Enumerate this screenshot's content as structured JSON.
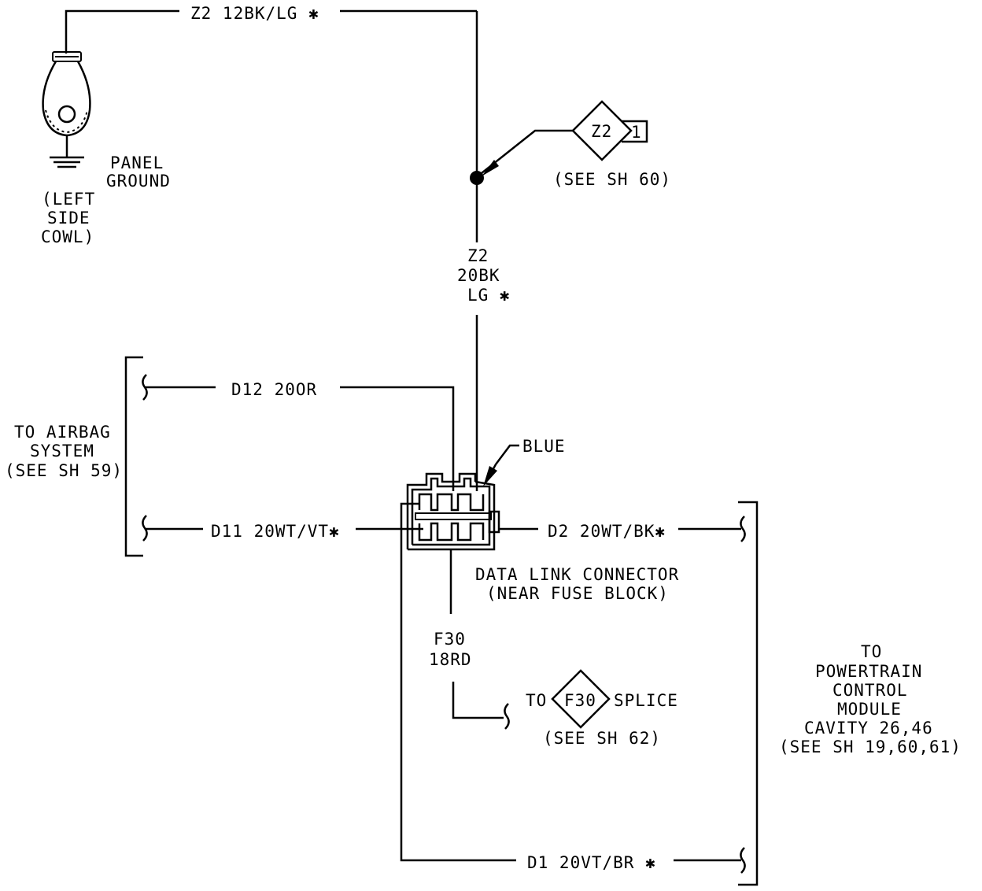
{
  "wires": {
    "top_wire": "Z2 12BK/LG ✱",
    "z2_circuit": "Z2",
    "z2_gauge": "20BK",
    "z2_tracer": "LG ✱",
    "d12": "D12 20OR",
    "d11": "D11 20WT/VT✱",
    "d2": "D2 20WT/BK✱",
    "d1": "D1 20VT/BR ✱",
    "f30_circuit": "F30",
    "f30_gauge": "18RD"
  },
  "ground": {
    "label_line1": "PANEL",
    "label_line2": "GROUND",
    "loc_line1": "(LEFT",
    "loc_line2": "SIDE",
    "loc_line3": "COWL)"
  },
  "splice_z2": {
    "label": "Z2",
    "index": "1",
    "ref": "(SEE SH 60)"
  },
  "airbag": {
    "line1": "TO AIRBAG",
    "line2": "SYSTEM",
    "line3": "(SEE SH 59)"
  },
  "connector": {
    "color": "BLUE",
    "name_line1": "DATA LINK CONNECTOR",
    "name_line2": "(NEAR FUSE BLOCK)"
  },
  "splice_f30": {
    "prefix": "TO",
    "label": "F30",
    "suffix": "SPLICE",
    "ref": "(SEE SH 62)"
  },
  "pcm": {
    "line1": "TO",
    "line2": "POWERTRAIN",
    "line3": "CONTROL",
    "line4": "MODULE",
    "line5": "CAVITY 26,46",
    "line6": "(SEE SH 19,60,61)"
  }
}
